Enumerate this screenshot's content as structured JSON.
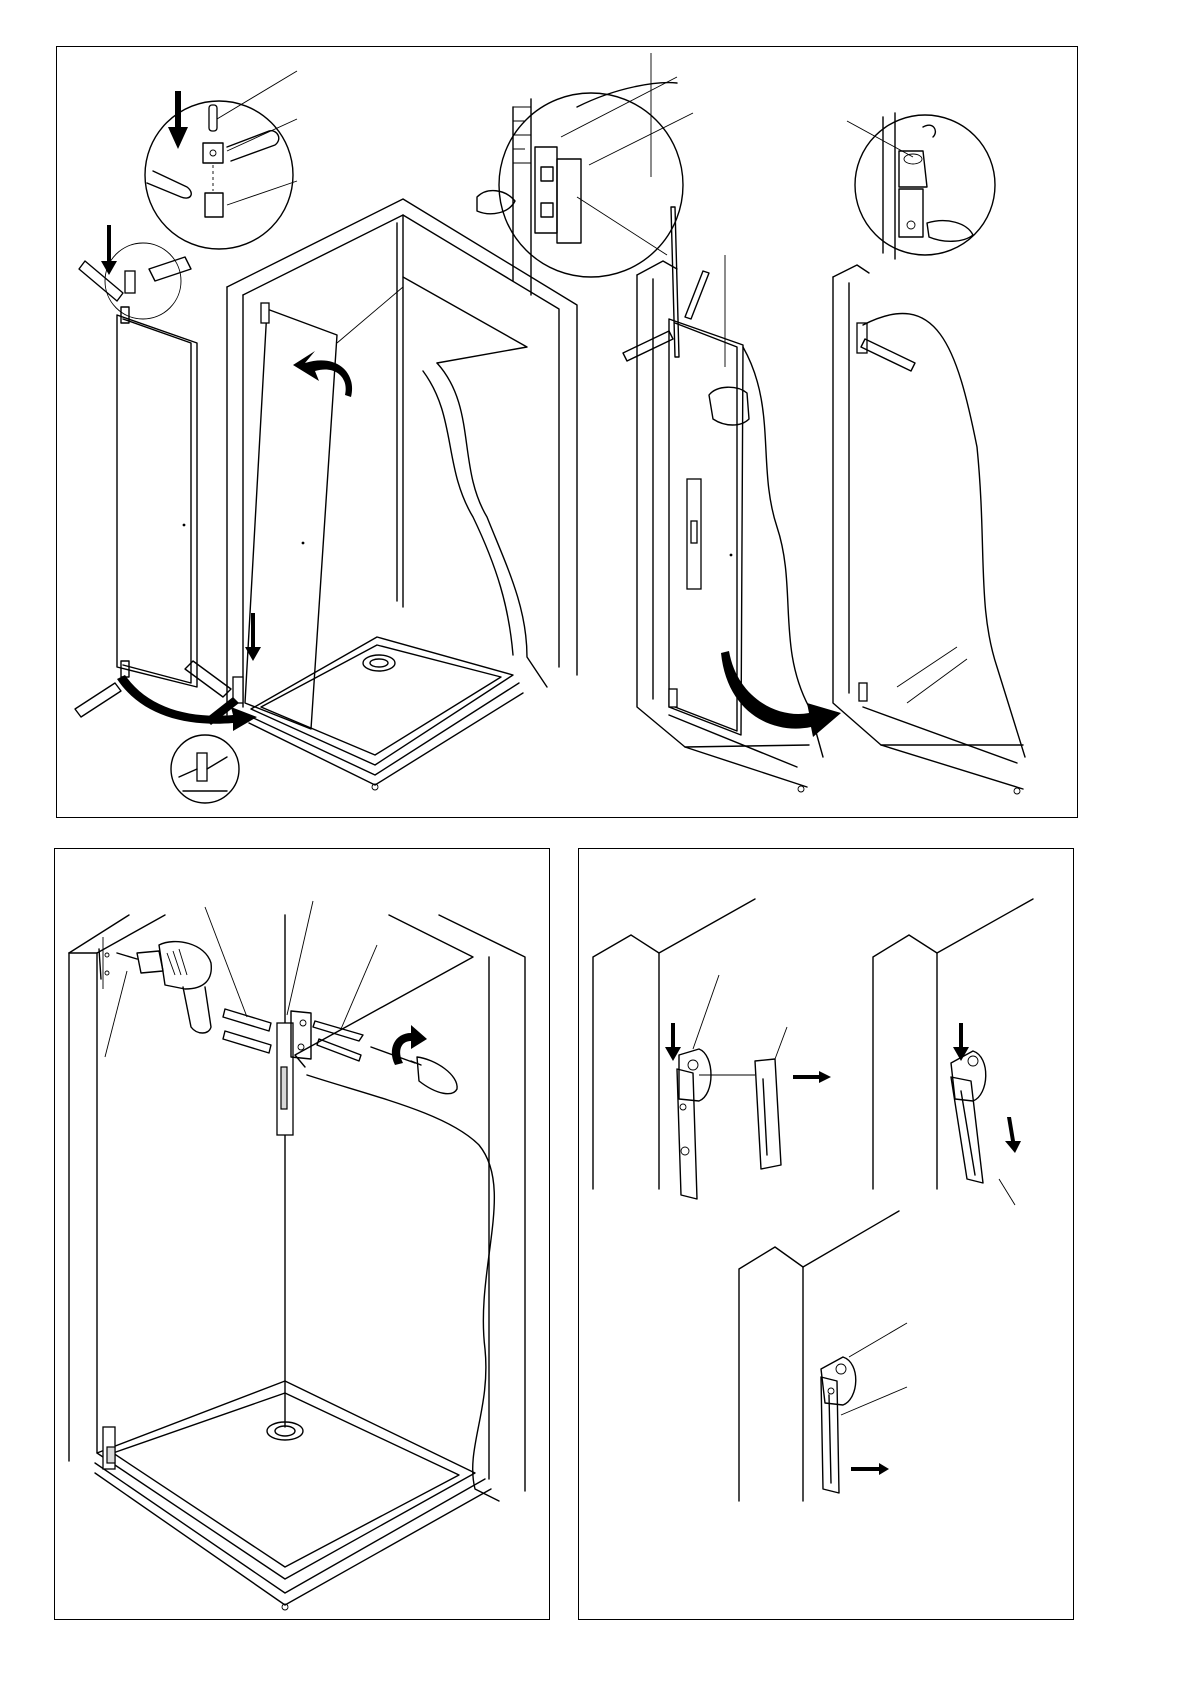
{
  "page": {
    "background": "#ffffff",
    "line_color": "#000000"
  },
  "panels": [
    {
      "name": "step-hang-and-swing-door"
    },
    {
      "name": "step-drill-and-fix-wall-profile"
    },
    {
      "name": "step-clip-hinge-cover"
    }
  ]
}
